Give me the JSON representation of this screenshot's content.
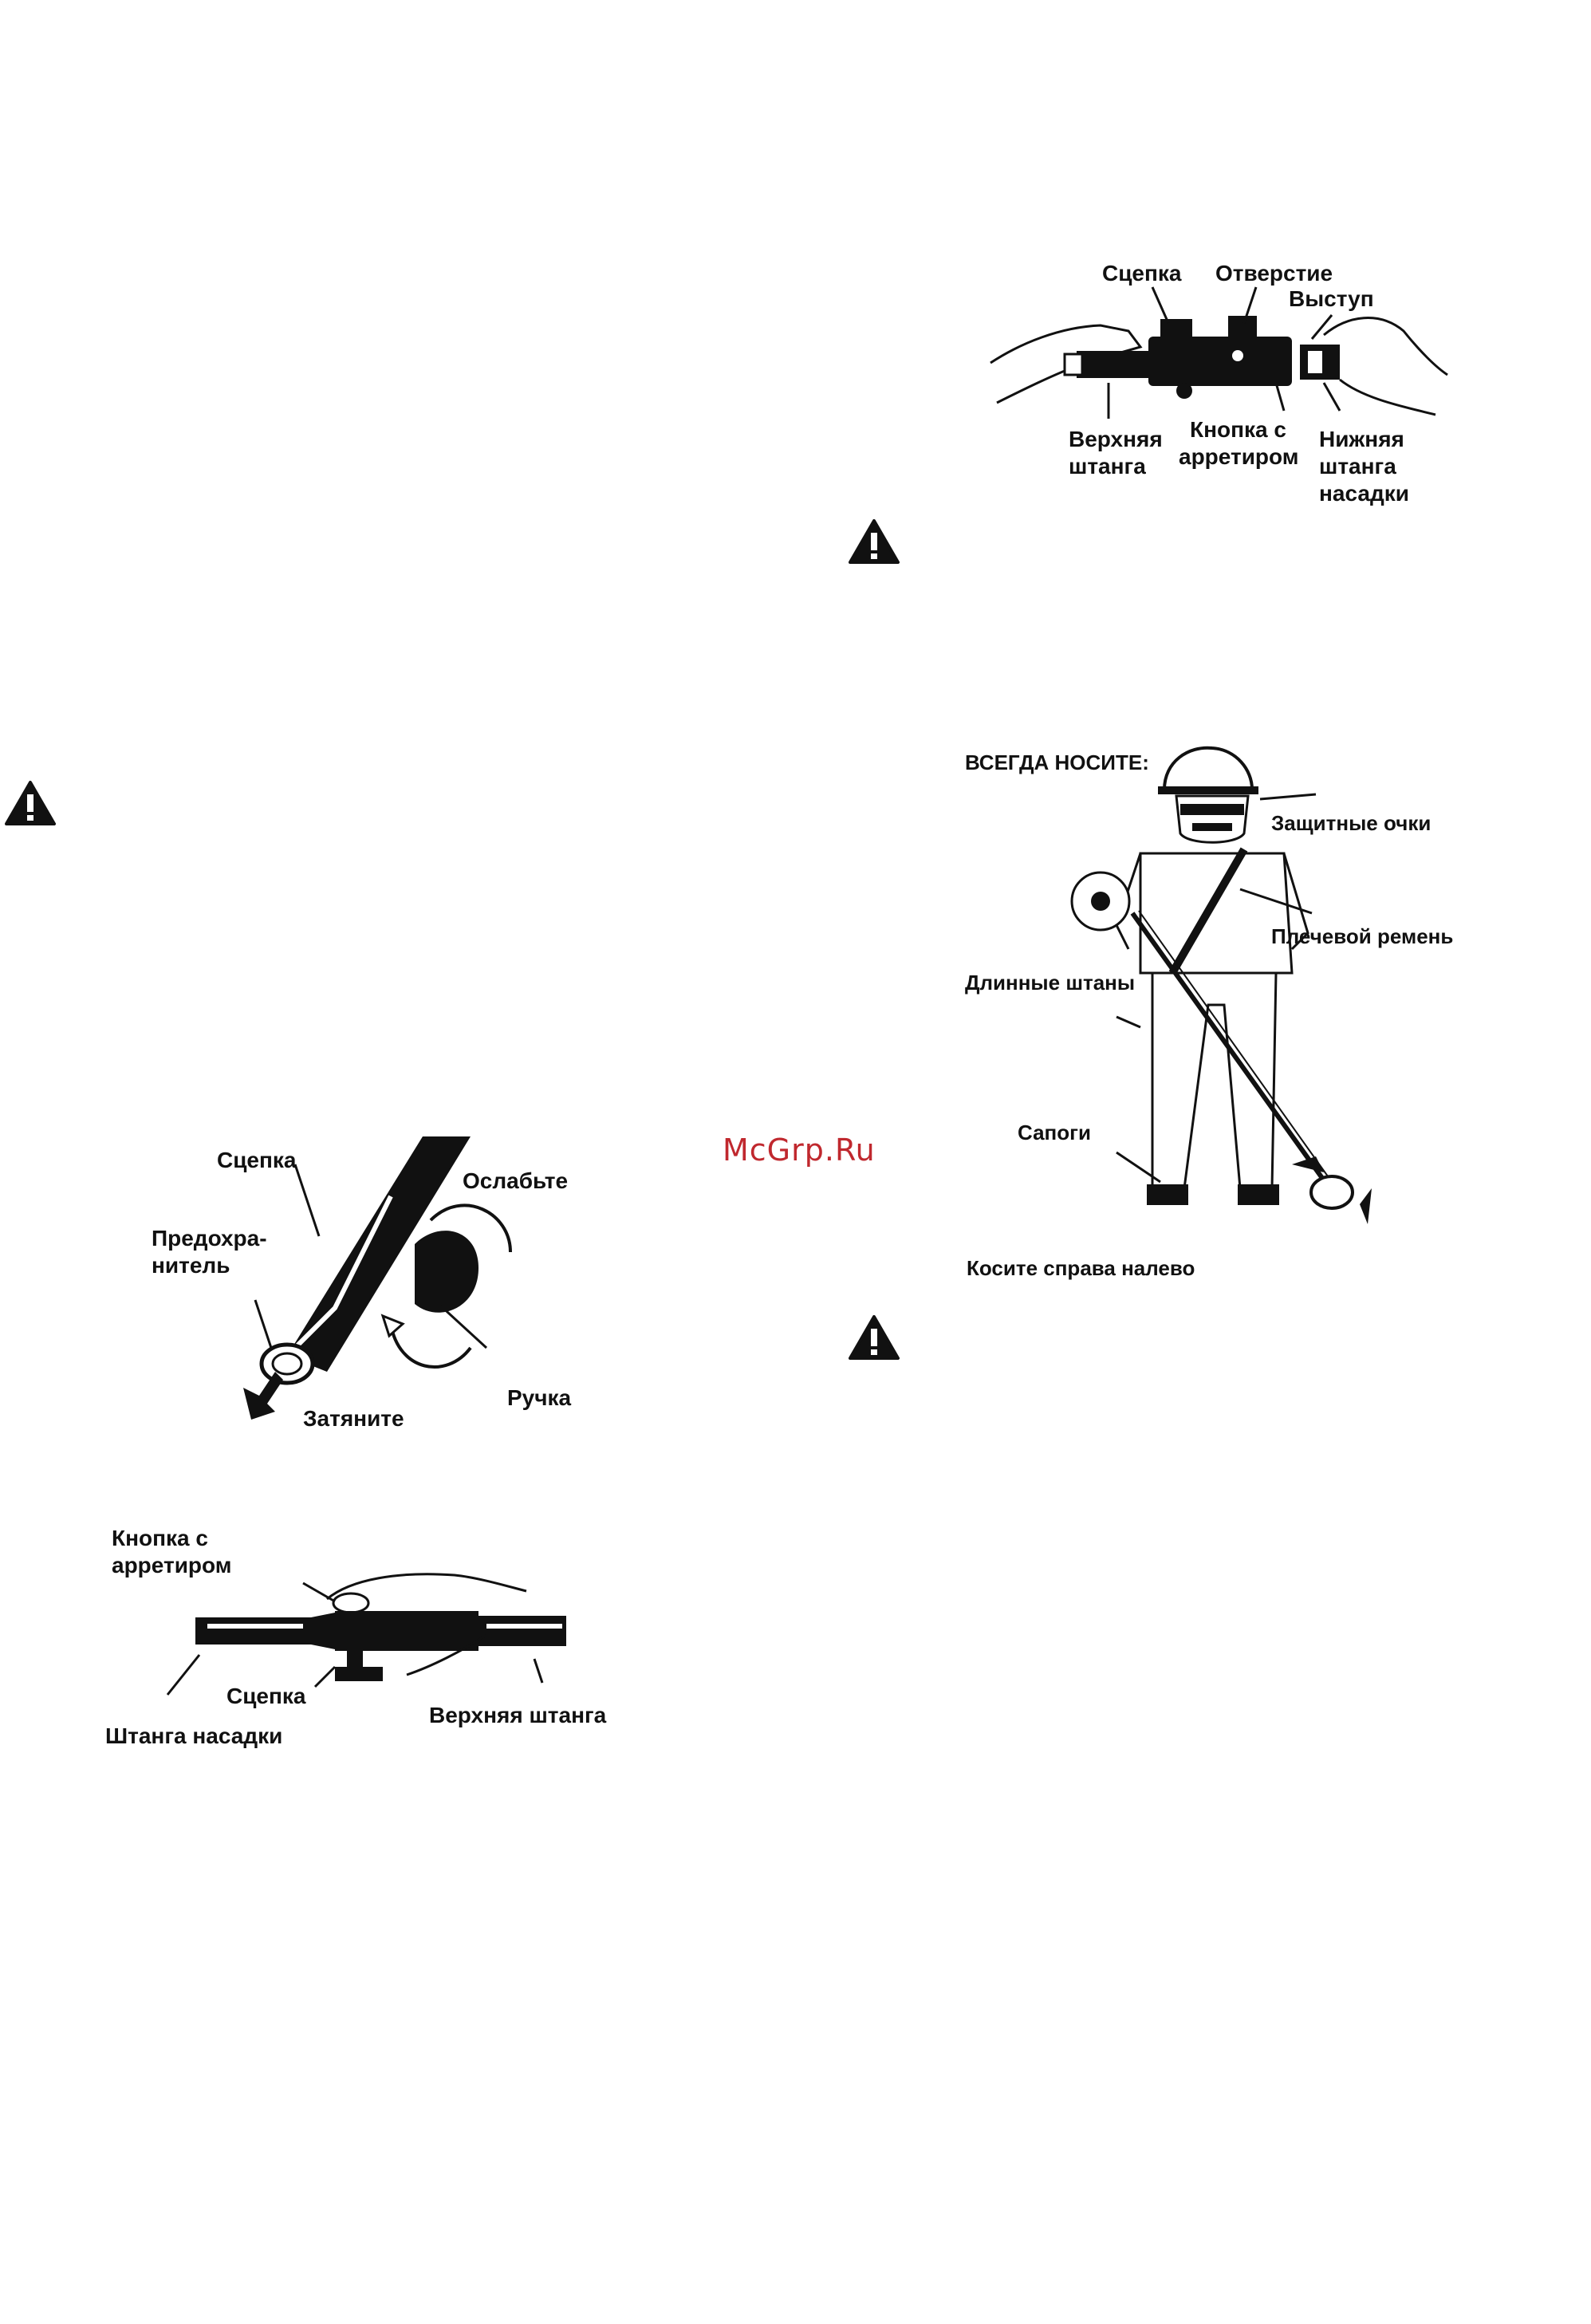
{
  "watermark": "McGrp.Ru",
  "fig_top_right": {
    "coupler": "Сцепка",
    "hole": "Отверстие",
    "tab": "Выступ",
    "upper_shaft": [
      "Верхняя",
      "штанга"
    ],
    "lock_button": [
      "Кнопка с",
      "арретиром"
    ],
    "lower_shaft": [
      "Нижняя",
      "штанга",
      "насадки"
    ]
  },
  "fig_operator": {
    "always_wear": "ВСЕГДА НОСИТЕ:",
    "goggles": "Защитные очки",
    "shoulder_strap": "Плечевой ремень",
    "long_pants": "Длинные штаны",
    "boots": "Сапоги",
    "mow_direction": "Косите справа налево"
  },
  "fig_knob": {
    "coupler": "Сцепка",
    "loosen": "Ослабьте",
    "guard": [
      "Предохра-",
      "нитель"
    ],
    "tighten": "Затяните",
    "knob": "Ручка"
  },
  "fig_shaft": {
    "lock_button": [
      "Кнопка с",
      "арретиром"
    ],
    "coupler": "Сцепка",
    "attachment_shaft": "Штанга насадки",
    "upper_shaft": "Верхняя штанга"
  },
  "icons": [
    "warning-icon",
    "warning-icon",
    "warning-icon"
  ]
}
